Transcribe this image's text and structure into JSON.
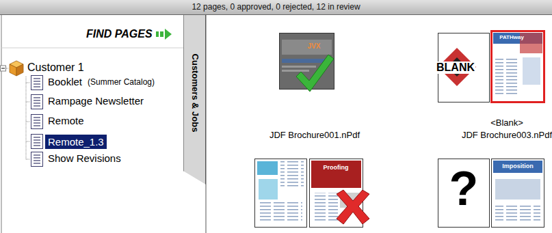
{
  "diagram": {
    "nodes": [
      {
        "text": [
          "12 pages, 0 approved, 0 rejected, 12 in review"
        ]
      },
      {
        "text": [
          "Customers & Jobs"
        ]
      },
      {
        "text": [
          "Remote_1.3"
        ]
      }
    ],
    "labels": [
      "FIND PAGES",
      "Customer 1",
      "Booklet",
      "(Summer Catalog)",
      "Rampage Newsletter",
      "Remote",
      "Show Revisions",
      "JDF Brochure001.nPdf",
      "<Blank>",
      "JDF Brochure003.nPdf",
      "JVX",
      "BLANK",
      "PATHway",
      "Proofing",
      "?",
      "Imposition"
    ]
  }
}
